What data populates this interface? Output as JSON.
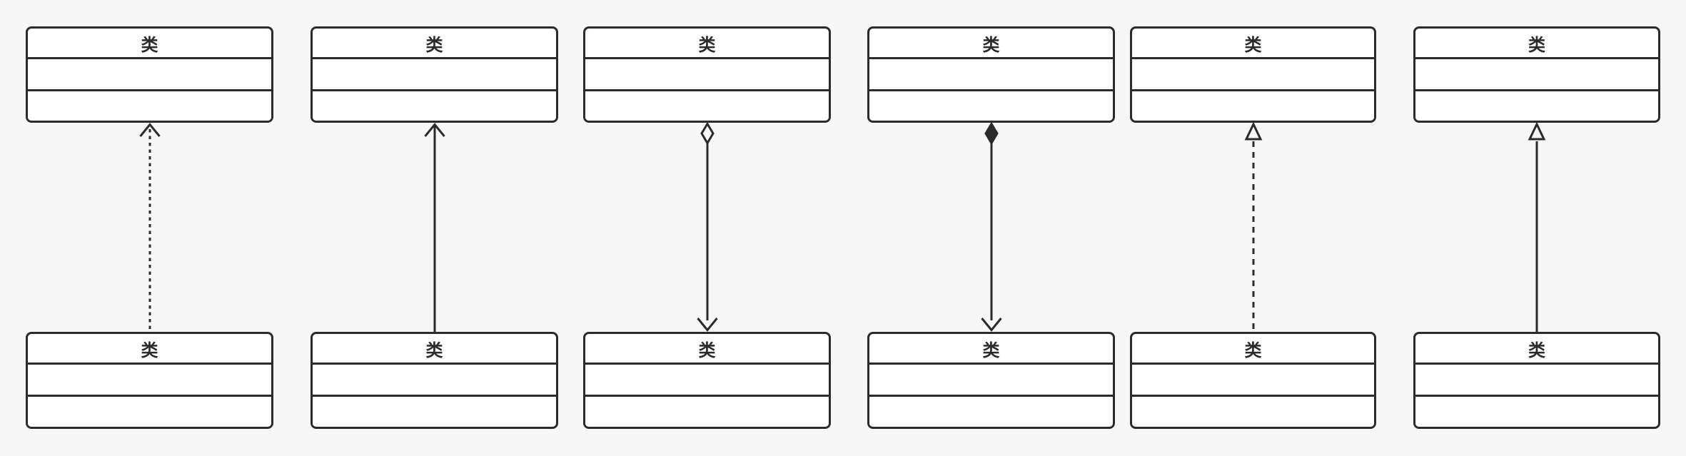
{
  "canvas": {
    "background_color": "#f7f7f7",
    "stroke_color": "#2b2b2b",
    "box_fill_color": "#ffffff"
  },
  "columns": [
    {
      "relation": "dependency",
      "top_class_title": "类",
      "bottom_class_title": "类",
      "line_style": "dashed",
      "top_marker": "open-arrow",
      "bottom_marker": "none"
    },
    {
      "relation": "association",
      "top_class_title": "类",
      "bottom_class_title": "类",
      "line_style": "solid",
      "top_marker": "open-arrow",
      "bottom_marker": "none"
    },
    {
      "relation": "aggregation",
      "top_class_title": "类",
      "bottom_class_title": "类",
      "line_style": "solid",
      "top_marker": "hollow-diamond",
      "bottom_marker": "open-arrow"
    },
    {
      "relation": "composition",
      "top_class_title": "类",
      "bottom_class_title": "类",
      "line_style": "solid",
      "top_marker": "filled-diamond",
      "bottom_marker": "open-arrow"
    },
    {
      "relation": "realization",
      "top_class_title": "类",
      "bottom_class_title": "类",
      "line_style": "dashed",
      "top_marker": "hollow-triangle",
      "bottom_marker": "none"
    },
    {
      "relation": "generalization",
      "top_class_title": "类",
      "bottom_class_title": "类",
      "line_style": "solid",
      "top_marker": "hollow-triangle",
      "bottom_marker": "none"
    }
  ]
}
